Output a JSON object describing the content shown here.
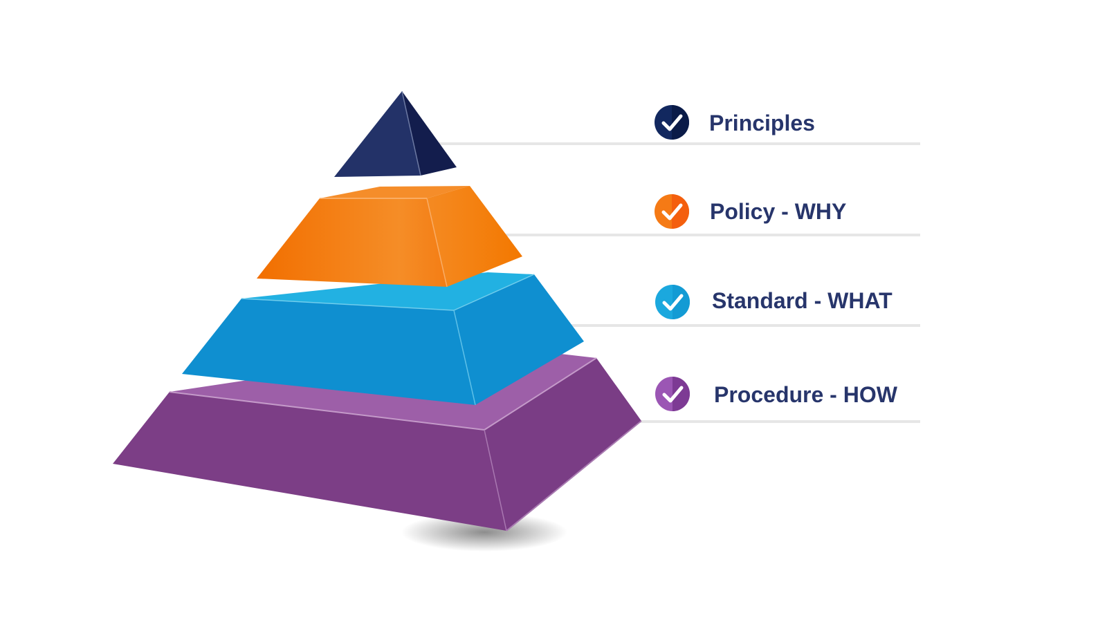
{
  "colors": {
    "text": "#27356b",
    "rule": "#e6e6e6",
    "navy": "#233268",
    "orange": "#f47b12",
    "blue": "#118fd0",
    "purple": "#7c3e86"
  },
  "levels": [
    {
      "label": "Principles",
      "icon": "check-circle-icon",
      "color": "#12285f"
    },
    {
      "label": "Policy - WHY",
      "icon": "check-circle-icon",
      "color": "#f57a15"
    },
    {
      "label": "Standard - WHAT",
      "icon": "check-circle-icon",
      "color": "#1ba8de"
    },
    {
      "label": "Procedure - HOW",
      "icon": "check-circle-icon",
      "color": "#8e47a8"
    }
  ]
}
